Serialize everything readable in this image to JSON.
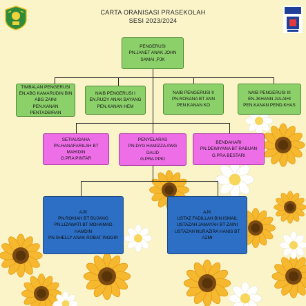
{
  "header": {
    "title_line1": "CARTA ORANISASI PRASEKOLAH",
    "title_line2": "SESI 2023/2024"
  },
  "chart": {
    "pengerusi": {
      "line1": "PENGERUSI",
      "line2": "PN.JANET ANAK JOHN",
      "line3": "SAMAI ,PJK"
    },
    "timbalan": {
      "line1": "TIMBALAN PENGERUSI",
      "line2": "EN.ABG KAMARUDIN BIN",
      "line3": "ABG ZAINI",
      "line4": "PEN.KANAN PENTADBIRAN"
    },
    "naib1": {
      "line1": "NAIB PENGERUSI I",
      "line2": "EN.RUDY ANAK BAYANG",
      "line3": "PEN.KANAN HEM"
    },
    "naib2": {
      "line1": "NAIB PENGERUSI II",
      "line2": "PN.ROSANA BT ANN",
      "line3": "PEN.KANAN KO"
    },
    "naib3": {
      "line1": "NAIB PENGERUSI III",
      "line2": "EN.JKHANN JULAIHI",
      "line3": "PEN.KANAN PEND.KHAS"
    },
    "setiausaha": {
      "line1": "SETIAUSAHA",
      "line2": "PN.HANAFARILAH BT MAHIDIN",
      "line3": "G.PRA PINTAR"
    },
    "penyelaras": {
      "line1": "PENYELARAS",
      "line2": "PN.DYG HAMIZZA AWG DAUD",
      "line3": "G.PRA PPKI"
    },
    "bendahari": {
      "line1": "BENDAHARI",
      "line2": "PN.DEWIYANA BT RABUAN",
      "line3": "G.PRA BESTARI"
    },
    "ajk_left": {
      "line1": "AJK",
      "line2": "PN.ROKIAH BT BUJANG",
      "line3": "PN.LIZAWATI BT MOHAMAD HAMDIN",
      "line4": "PN.SHELLY ANAK ROBAT INGGIR"
    },
    "ajk_right": {
      "line1": "AJK",
      "line2": "USTAZ FADILLAH BIN ISMAIL",
      "line3": "USTAZAH JAMAYAH BT ZAINI",
      "line4": "USTAZAH NURAZIRA HANIS BT AZMI"
    }
  },
  "colors": {
    "background": "#fbf4c9",
    "green_box": "#8cd06a",
    "pink_box": "#ee6ee8",
    "blue_box": "#2d6fc4",
    "sunflower": "#f5b82e"
  }
}
